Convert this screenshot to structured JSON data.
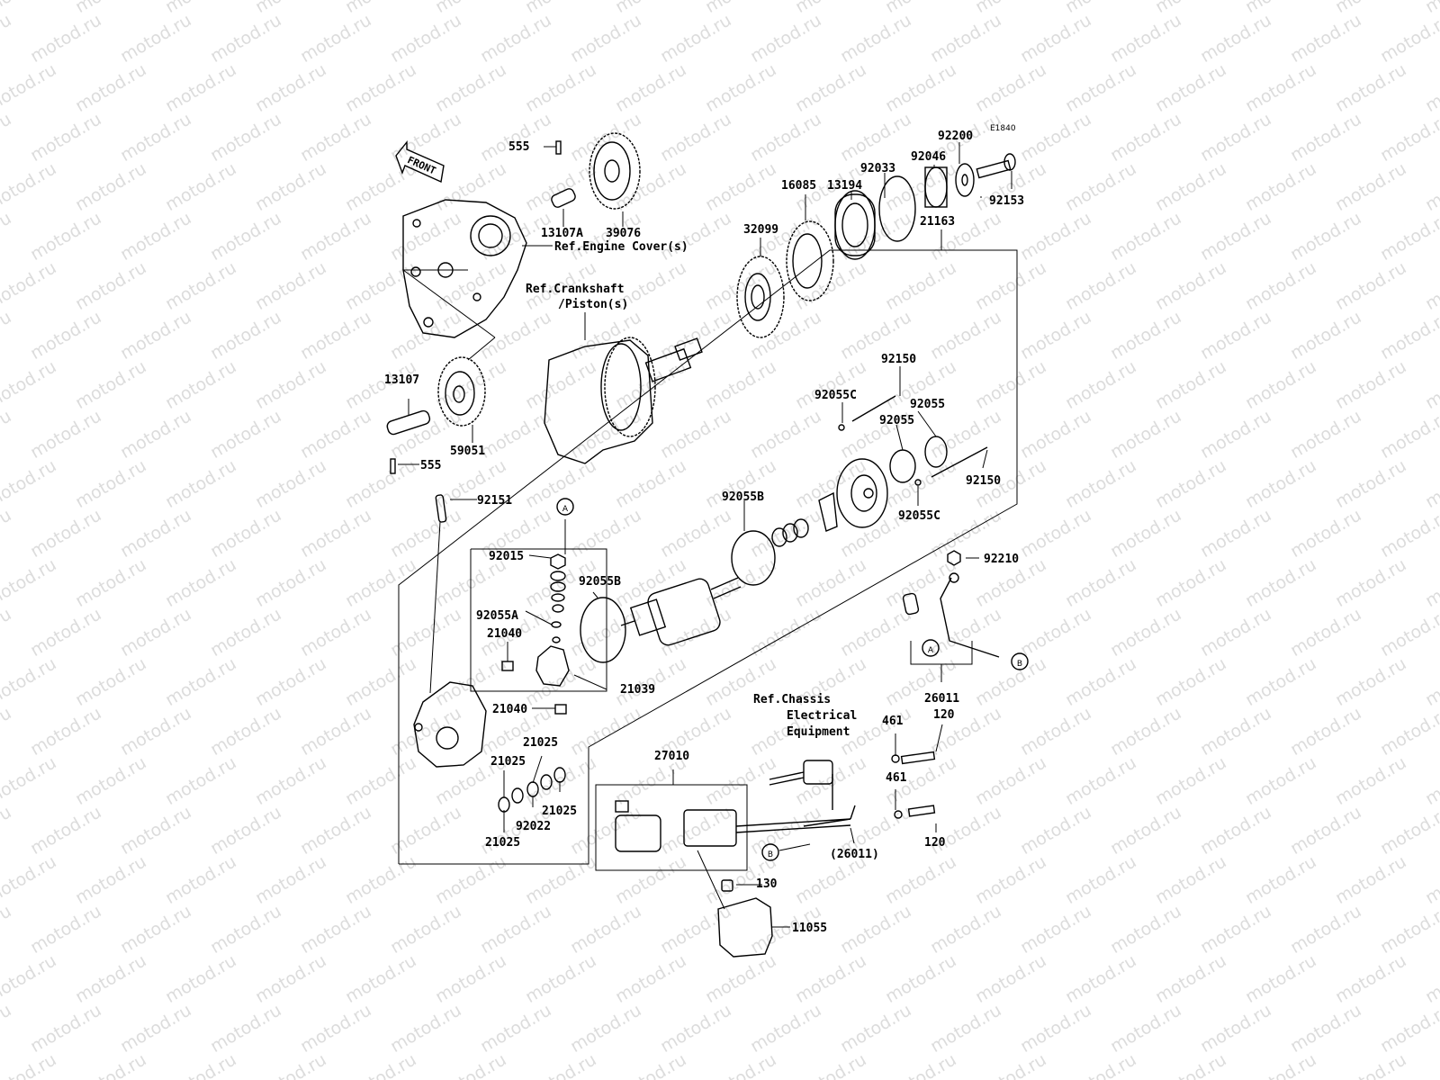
{
  "diagram_code": "E1840",
  "watermark_text": "motod.ru",
  "front_label": "FRONT",
  "refs": {
    "engine_cover": "Ref.Engine Cover(s)",
    "crankshaft_line1": "Ref.Crankshaft",
    "crankshaft_line2": "/Piston(s)",
    "chassis_line1": "Ref.Chassis",
    "chassis_line2": "Electrical",
    "chassis_line3": "Equipment"
  },
  "callouts": {
    "a_top": "A",
    "a_harness": "A",
    "b_harness": "B",
    "b_bottom": "B"
  },
  "parts": {
    "p555_top": "555",
    "p13107a": "13107A",
    "p39076": "39076",
    "p13107": "13107",
    "p555_bottom": "555",
    "p59051": "59051",
    "p32099": "32099",
    "p16085": "16085",
    "p13194": "13194",
    "p92033": "92033",
    "p92046": "92046",
    "p92200": "92200",
    "p92153": "92153",
    "p21163": "21163",
    "p92150_top": "92150",
    "p92055c_top": "92055C",
    "p92055_a": "92055",
    "p92055_b": "92055",
    "p92150_right": "92150",
    "p92055c_bottom": "92055C",
    "p92151": "92151",
    "p92055b_top": "92055B",
    "p92015": "92015",
    "p92055b_left": "92055B",
    "p92055a": "92055A",
    "p21040_top": "21040",
    "p21039": "21039",
    "p21040_bottom": "21040",
    "p92210": "92210",
    "p26011": "26011",
    "p461_top": "461",
    "p120_top": "120",
    "p461_bottom": "461",
    "p120_bottom": "120",
    "p26011_paren": "(26011)",
    "p21025_a": "21025",
    "p21025_b": "21025",
    "p21025_c": "21025",
    "p21025_d": "21025",
    "p92022": "92022",
    "p27010": "27010",
    "p130": "130",
    "p11055": "11055"
  }
}
